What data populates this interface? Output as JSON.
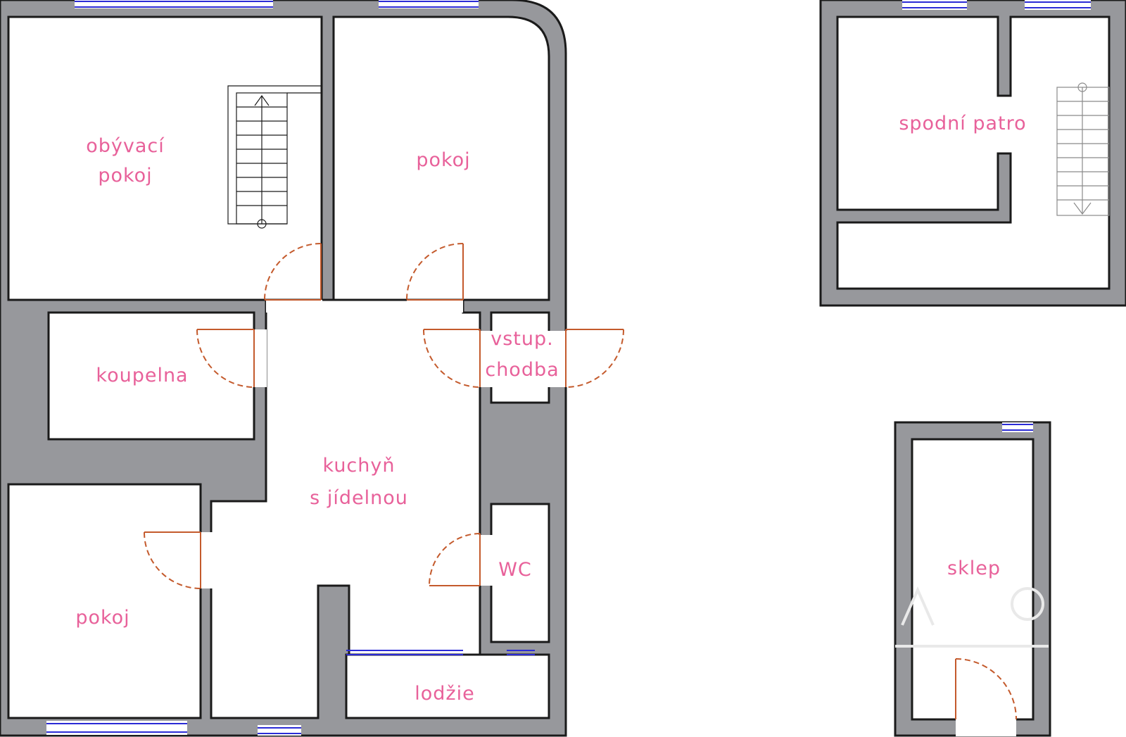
{
  "rooms": {
    "obyvaci_pokoj": [
      "obývací",
      "pokoj"
    ],
    "pokoj_top": [
      "pokoj"
    ],
    "koupelna": [
      "koupelna"
    ],
    "vstupni_chodba": [
      "vstup.",
      "chodba"
    ],
    "kuchyn": [
      "kuchyň",
      "s jídelnou"
    ],
    "wc": [
      "WC"
    ],
    "pokoj_bottom": [
      "pokoj"
    ],
    "lodzie": [
      "lodžie"
    ],
    "spodni_patro": [
      "spodní patro"
    ],
    "sklep": [
      "sklep"
    ]
  },
  "colors": {
    "wall": "#97989c",
    "window": "#2b2bd6",
    "door": "#c45a2c",
    "label": "#e8619a"
  }
}
